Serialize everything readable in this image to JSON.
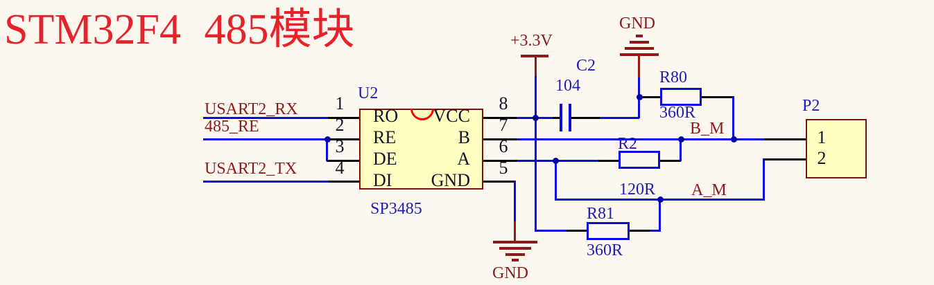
{
  "title": "STM32F4 485模块",
  "colors": {
    "bg": "#FCF7EF",
    "wire": "#0B0BDF",
    "stub": "#000000",
    "dark": "#8E1A1A",
    "des": "#1E1EB4",
    "pin": "#14142C",
    "chipfill": "#FFFFC2",
    "chipborder": "#7C1314",
    "title": "#E5232B",
    "junction": "#0000A0",
    "notch": "#FF0000"
  },
  "u2": {
    "designator": "U2",
    "part": "SP3485",
    "pins_left": [
      {
        "num": "1",
        "name": "RO"
      },
      {
        "num": "2",
        "name": "RE"
      },
      {
        "num": "3",
        "name": "DE"
      },
      {
        "num": "4",
        "name": "DI"
      }
    ],
    "pins_right": [
      {
        "num": "8",
        "name": "VCC"
      },
      {
        "num": "7",
        "name": "B"
      },
      {
        "num": "6",
        "name": "A"
      },
      {
        "num": "5",
        "name": "GND"
      }
    ]
  },
  "nets": {
    "rx": "USART2_RX",
    "re": "485_RE",
    "tx": "USART2_TX",
    "bm": "B_M",
    "am": "A_M"
  },
  "power": {
    "v33": "+3.3V",
    "gnd": "GND"
  },
  "c2": {
    "designator": "C2",
    "value": "104"
  },
  "r80": {
    "designator": "R80",
    "value": "360R"
  },
  "r2": {
    "designator": "R2",
    "value": "120R"
  },
  "r81": {
    "designator": "R81",
    "value": "360R"
  },
  "p2": {
    "designator": "P2",
    "pin1": "1",
    "pin2": "2"
  }
}
